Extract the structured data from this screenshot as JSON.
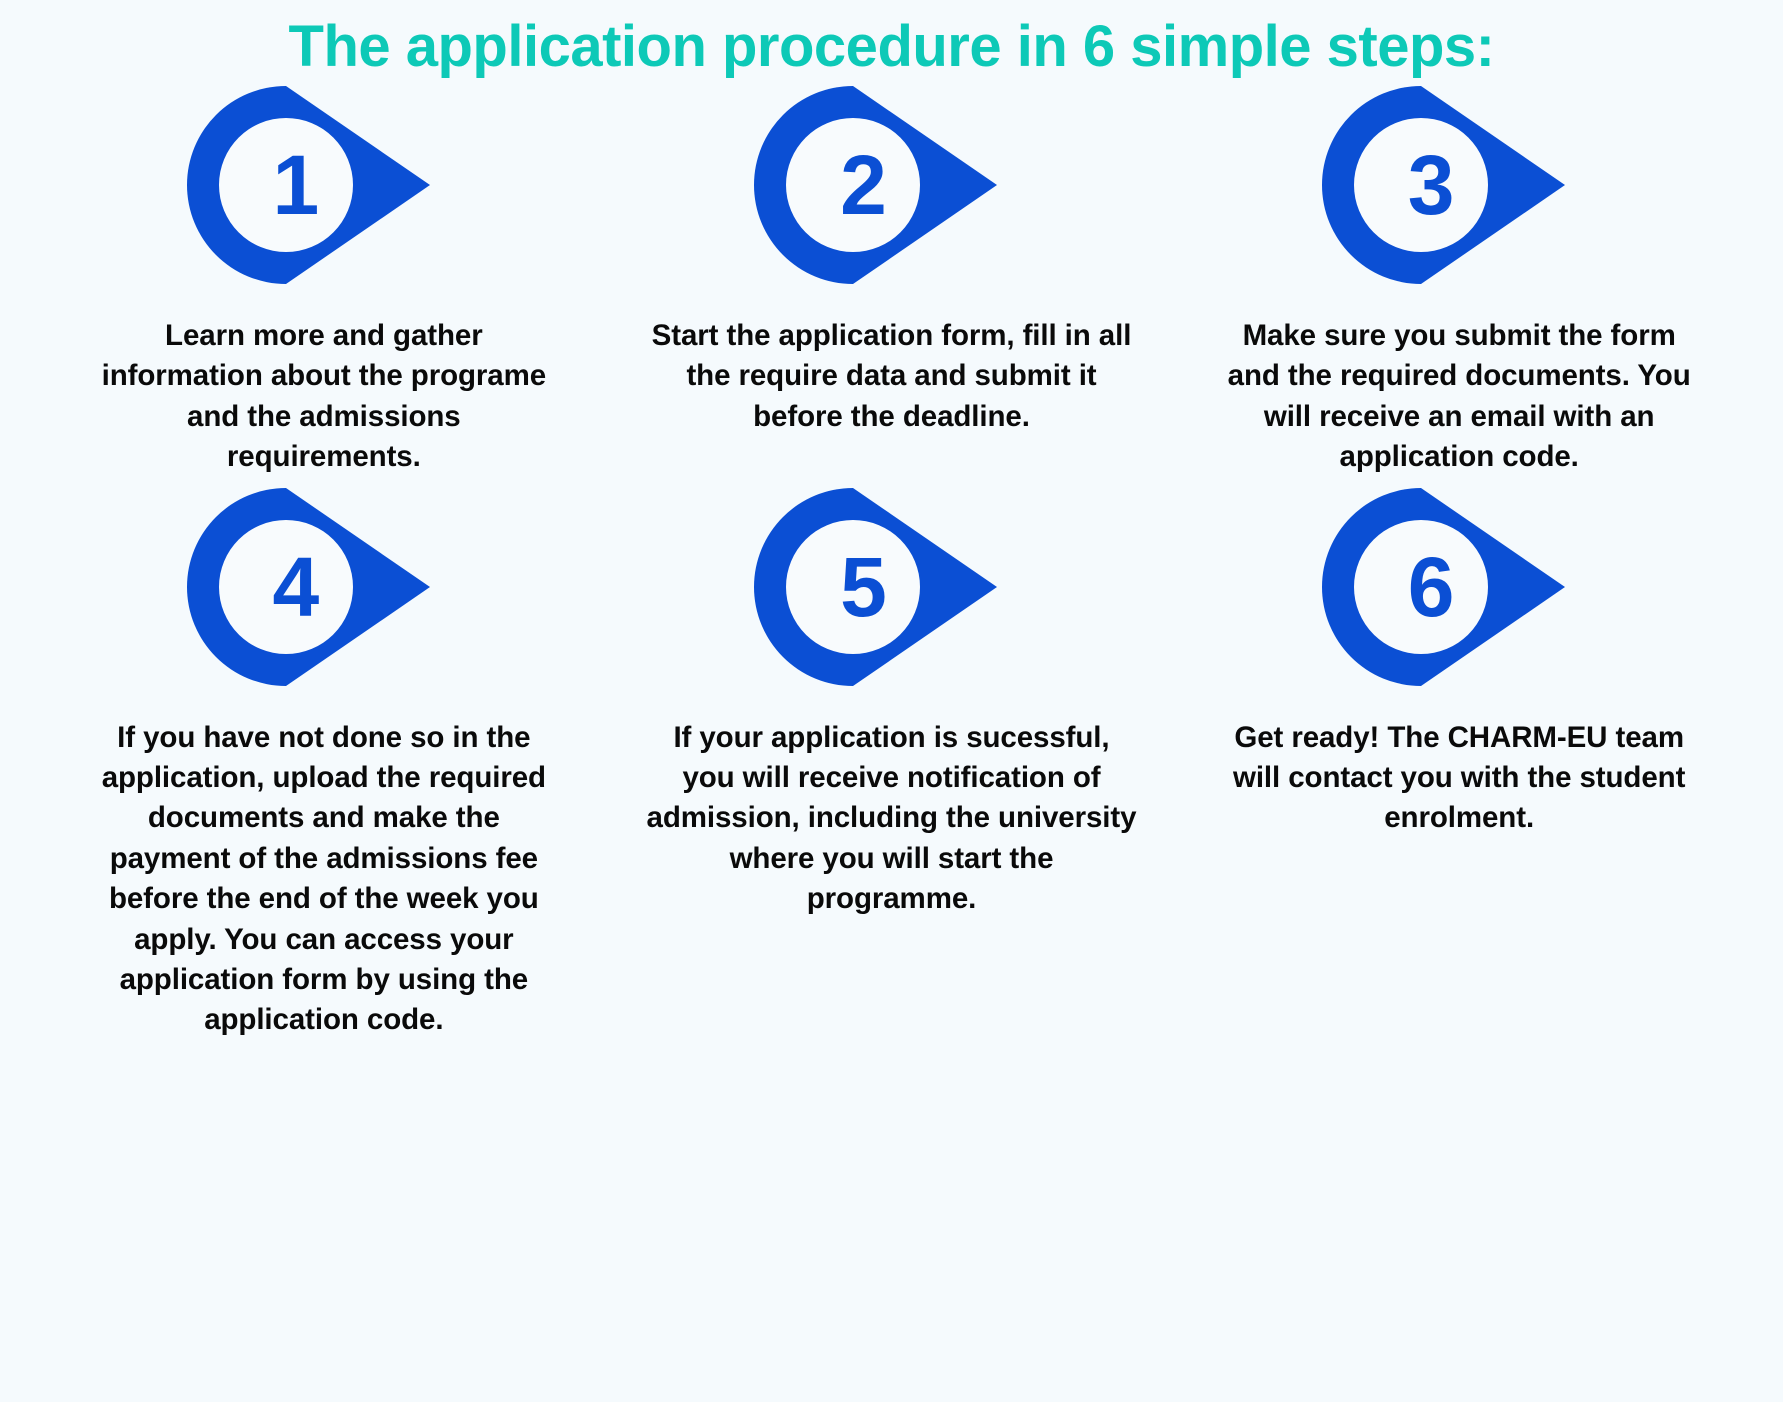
{
  "page": {
    "title": "The application procedure in 6 simple steps:",
    "background_color": "#f5fafd",
    "title_color": "#0dc9b7",
    "marker_color": "#0b4fd4",
    "marker_inner_color": "#f8fbfd",
    "text_color": "#0a0a0a"
  },
  "steps": [
    {
      "number": "1",
      "marker_icon": "map-pin-icon",
      "text": "Learn more and gather information about the programe and the admissions requirements."
    },
    {
      "number": "2",
      "marker_icon": "map-pin-icon",
      "text": "Start the application form, fill in all the require data and submit it before the deadline."
    },
    {
      "number": "3",
      "marker_icon": "map-pin-icon",
      "text": "Make sure you submit the form and the required documents. You will receive an email with an application code."
    },
    {
      "number": "4",
      "marker_icon": "map-pin-icon",
      "text": "If you have not done so in the application, upload the required documents and make the payment of the admissions fee before the end of the week you apply. You can access your application form by using the application code."
    },
    {
      "number": "5",
      "marker_icon": "map-pin-icon",
      "text": "If your application is sucessful, you will receive notification of admission, including the university where you will start the programme."
    },
    {
      "number": "6",
      "marker_icon": "map-pin-icon",
      "text": "Get ready! The CHARM-EU team will contact you with the student enrolment."
    }
  ]
}
